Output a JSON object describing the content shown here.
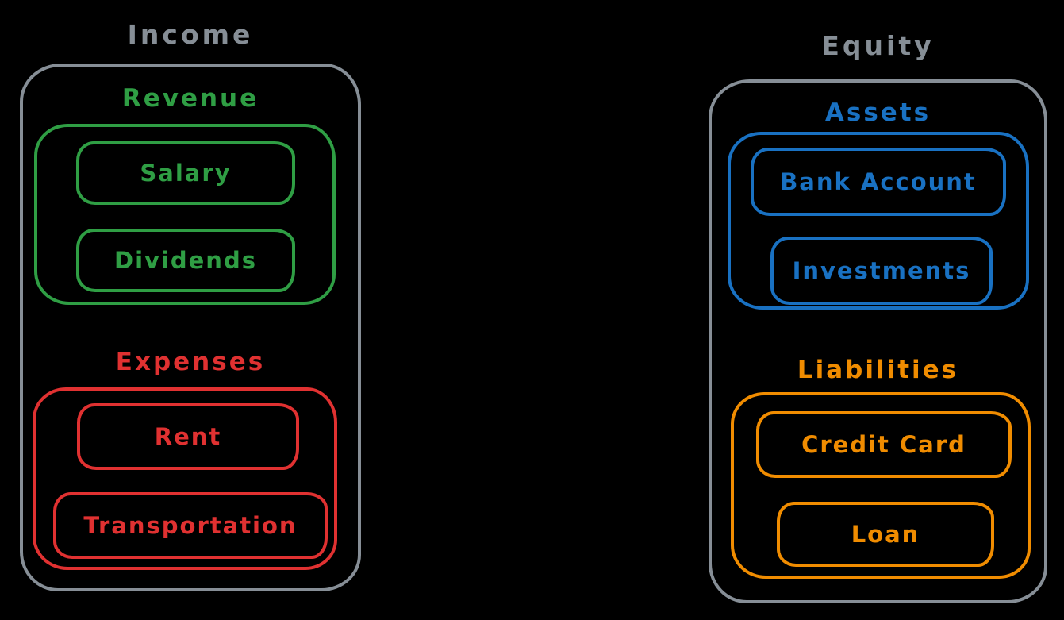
{
  "diagram": {
    "background": "#000000",
    "groups": [
      {
        "title": "Income",
        "color": "#868e96",
        "sections": [
          {
            "label": "Revenue",
            "color": "#2f9e44",
            "items": [
              {
                "label": "Salary"
              },
              {
                "label": "Dividends"
              }
            ]
          },
          {
            "label": "Expenses",
            "color": "#e03131",
            "items": [
              {
                "label": "Rent"
              },
              {
                "label": "Transportation"
              }
            ]
          }
        ]
      },
      {
        "title": "Equity",
        "color": "#868e96",
        "sections": [
          {
            "label": "Assets",
            "color": "#1971c2",
            "items": [
              {
                "label": "Bank Account"
              },
              {
                "label": "Investments"
              }
            ]
          },
          {
            "label": "Liabilities",
            "color": "#f08c00",
            "items": [
              {
                "label": "Credit Card"
              },
              {
                "label": "Loan"
              }
            ]
          }
        ]
      }
    ]
  }
}
